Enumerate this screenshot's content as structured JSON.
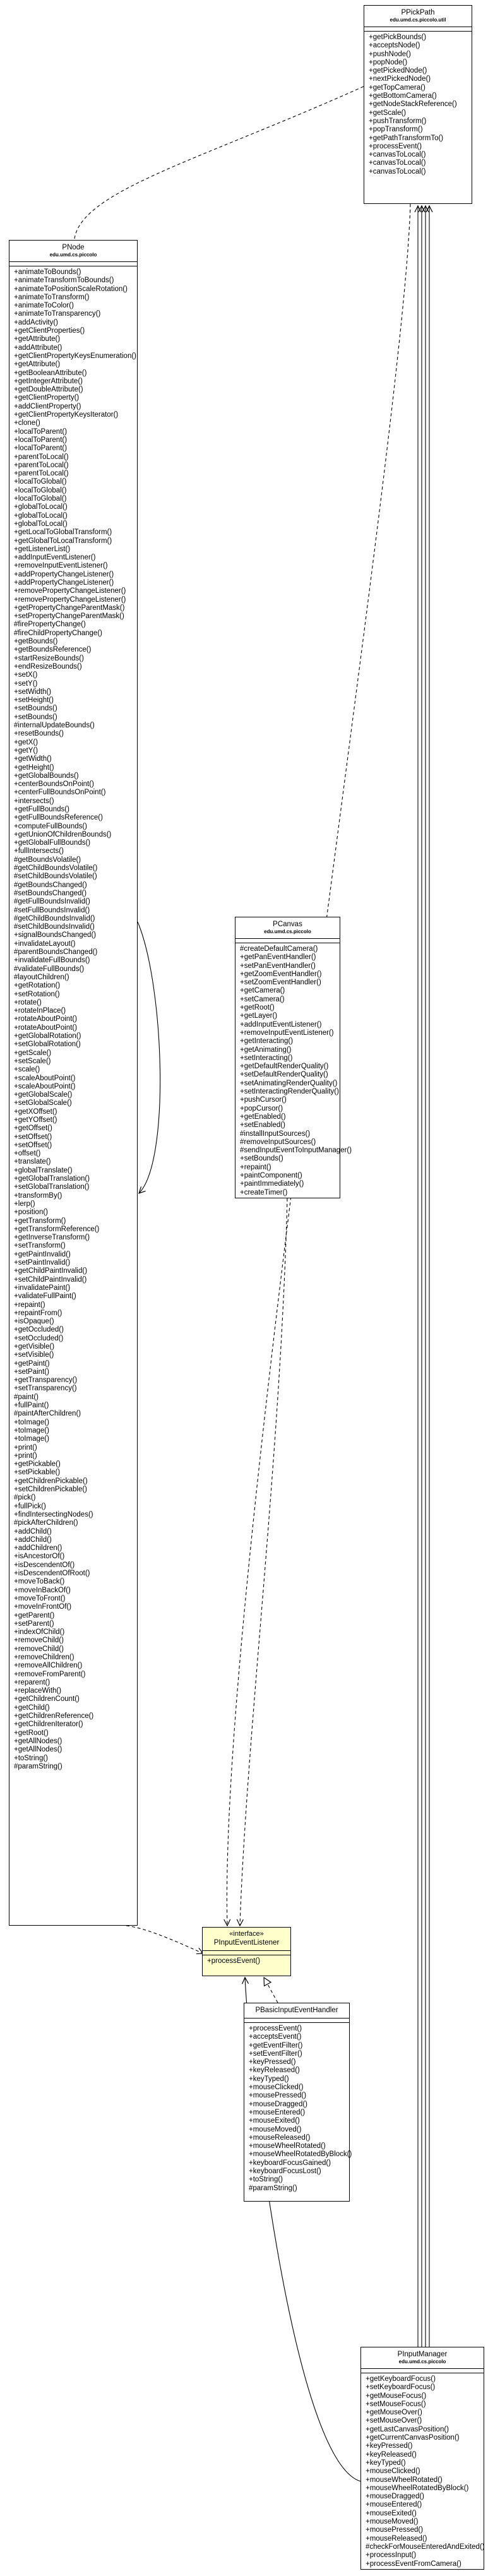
{
  "classes": {
    "ppickpath": {
      "name": "PPickPath",
      "package": "edu.umd.cs.piccolo.util",
      "operations": [
        "+getPickBounds()",
        "+acceptsNode()",
        "+pushNode()",
        "+popNode()",
        "+getPickedNode()",
        "+nextPickedNode()",
        "+getTopCamera()",
        "+getBottomCamera()",
        "+getNodeStackReference()",
        "+getScale()",
        "+pushTransform()",
        "+popTransform()",
        "+getPathTransformTo()",
        "+processEvent()",
        "+canvasToLocal()",
        "+canvasToLocal()",
        "+canvasToLocal()"
      ]
    },
    "pnode": {
      "name": "PNode",
      "package": "edu.umd.cs.piccolo",
      "operations": [
        "+animateToBounds()",
        "+animateTransformToBounds()",
        "+animateToPositionScaleRotation()",
        "+animateToTransform()",
        "+animateToColor()",
        "+animateToTransparency()",
        "+addActivity()",
        "+getClientProperties()",
        "+getAttribute()",
        "+addAttribute()",
        "+getClientPropertyKeysEnumeration()",
        "+getAttribute()",
        "+getBooleanAttribute()",
        "+getIntegerAttribute()",
        "+getDoubleAttribute()",
        "+getClientProperty()",
        "+addClientProperty()",
        "+getClientPropertyKeysIterator()",
        "+clone()",
        "+localToParent()",
        "+localToParent()",
        "+localToParent()",
        "+parentToLocal()",
        "+parentToLocal()",
        "+parentToLocal()",
        "+localToGlobal()",
        "+localToGlobal()",
        "+localToGlobal()",
        "+globalToLocal()",
        "+globalToLocal()",
        "+globalToLocal()",
        "+getLocalToGlobalTransform()",
        "+getGlobalToLocalTransform()",
        "+getListenerList()",
        "+addInputEventListener()",
        "+removeInputEventListener()",
        "+addPropertyChangeListener()",
        "+addPropertyChangeListener()",
        "+removePropertyChangeListener()",
        "+removePropertyChangeListener()",
        "+getPropertyChangeParentMask()",
        "+setPropertyChangeParentMask()",
        "#firePropertyChange()",
        "#fireChildPropertyChange()",
        "+getBounds()",
        "+getBoundsReference()",
        "+startResizeBounds()",
        "+endResizeBounds()",
        "+setX()",
        "+setY()",
        "+setWidth()",
        "+setHeight()",
        "+setBounds()",
        "+setBounds()",
        "#internalUpdateBounds()",
        "+resetBounds()",
        "+getX()",
        "+getY()",
        "+getWidth()",
        "+getHeight()",
        "+getGlobalBounds()",
        "+centerBoundsOnPoint()",
        "+centerFullBoundsOnPoint()",
        "+intersects()",
        "+getFullBounds()",
        "+getFullBoundsReference()",
        "+computeFullBounds()",
        "+getUnionOfChildrenBounds()",
        "+getGlobalFullBounds()",
        "+fullIntersects()",
        "#getBoundsVolatile()",
        "#getChildBoundsVolatile()",
        "#setChildBoundsVolatile()",
        "#getBoundsChanged()",
        "#setBoundsChanged()",
        "#getFullBoundsInvalid()",
        "#setFullBoundsInvalid()",
        "#getChildBoundsInvalid()",
        "#setChildBoundsInvalid()",
        "+signalBoundsChanged()",
        "+invalidateLayout()",
        "#parentBoundsChanged()",
        "+invalidateFullBounds()",
        "#validateFullBounds()",
        "#layoutChildren()",
        "+getRotation()",
        "+setRotation()",
        "+rotate()",
        "+rotateInPlace()",
        "+rotateAboutPoint()",
        "+rotateAboutPoint()",
        "+getGlobalRotation()",
        "+setGlobalRotation()",
        "+getScale()",
        "+setScale()",
        "+scale()",
        "+scaleAboutPoint()",
        "+scaleAboutPoint()",
        "+getGlobalScale()",
        "+setGlobalScale()",
        "+getXOffset()",
        "+getYOffset()",
        "+getOffset()",
        "+setOffset()",
        "+setOffset()",
        "+offset()",
        "+translate()",
        "+globalTranslate()",
        "+getGlobalTranslation()",
        "+setGlobalTranslation()",
        "+transformBy()",
        "+lerp()",
        "+position()",
        "+getTransform()",
        "+getTransformReference()",
        "+getInverseTransform()",
        "+setTransform()",
        "+getPaintInvalid()",
        "+setPaintInvalid()",
        "+getChildPaintInvalid()",
        "+setChildPaintInvalid()",
        "+invalidatePaint()",
        "+validateFullPaint()",
        "+repaint()",
        "+repaintFrom()",
        "+isOpaque()",
        "+getOccluded()",
        "+setOccluded()",
        "+getVisible()",
        "+setVisible()",
        "+getPaint()",
        "+setPaint()",
        "+getTransparency()",
        "+setTransparency()",
        "#paint()",
        "+fullPaint()",
        "#paintAfterChildren()",
        "+toImage()",
        "+toImage()",
        "+toImage()",
        "+print()",
        "+print()",
        "+getPickable()",
        "+setPickable()",
        "+getChildrenPickable()",
        "+setChildrenPickable()",
        "#pick()",
        "+fullPick()",
        "+findIntersectingNodes()",
        "#pickAfterChildren()",
        "+addChild()",
        "+addChild()",
        "+addChildren()",
        "+isAncestorOf()",
        "+isDescendentOf()",
        "+isDescendentOfRoot()",
        "+moveToBack()",
        "+moveInBackOf()",
        "+moveToFront()",
        "+moveInFrontOf()",
        "+getParent()",
        "+setParent()",
        "+indexOfChild()",
        "+removeChild()",
        "+removeChild()",
        "+removeChildren()",
        "+removeAllChildren()",
        "+removeFromParent()",
        "+reparent()",
        "+replaceWith()",
        "+getChildrenCount()",
        "+getChild()",
        "+getChildrenReference()",
        "+getChildrenIterator()",
        "+getRoot()",
        "+getAllNodes()",
        "+getAllNodes()",
        "+toString()",
        "#paramString()"
      ]
    },
    "pcanvas": {
      "name": "PCanvas",
      "package": "edu.umd.cs.piccolo",
      "operations": [
        "#createDefaultCamera()",
        "+getPanEventHandler()",
        "+setPanEventHandler()",
        "+getZoomEventHandler()",
        "+setZoomEventHandler()",
        "+getCamera()",
        "+setCamera()",
        "+getRoot()",
        "+getLayer()",
        "+addInputEventListener()",
        "+removeInputEventListener()",
        "+getInteracting()",
        "+getAnimating()",
        "+setInteracting()",
        "+getDefaultRenderQuality()",
        "+setDefaultRenderQuality()",
        "+setAnimatingRenderQuality()",
        "+setInteractingRenderQuality()",
        "+pushCursor()",
        "+popCursor()",
        "+getEnabled()",
        "+setEnabled()",
        "#installInputSources()",
        "#removeInputSources()",
        "#sendInputEventToInputManager()",
        "+setBounds()",
        "+repaint()",
        "+paintComponent()",
        "+paintImmediately()",
        "+createTimer()"
      ]
    },
    "pinputeventlistener": {
      "stereotype": "«interface»",
      "name": "PInputEventListener",
      "operations": [
        "+processEvent()"
      ]
    },
    "pbasicinputeventhandler": {
      "name": "PBasicInputEventHandler",
      "operations": [
        "+processEvent()",
        "+acceptsEvent()",
        "+getEventFilter()",
        "+setEventFilter()",
        "+keyPressed()",
        "+keyReleased()",
        "+keyTyped()",
        "+mouseClicked()",
        "+mousePressed()",
        "+mouseDragged()",
        "+mouseEntered()",
        "+mouseExited()",
        "+mouseMoved()",
        "+mouseReleased()",
        "+mouseWheelRotated()",
        "+mouseWheelRotatedByBlock()",
        "+keyboardFocusGained()",
        "+keyboardFocusLost()",
        "+toString()",
        "#paramString()"
      ]
    },
    "pinputmanager": {
      "name": "PInputManager",
      "package": "edu.umd.cs.piccolo",
      "operations": [
        "+getKeyboardFocus()",
        "+setKeyboardFocus()",
        "+getMouseFocus()",
        "+setMouseFocus()",
        "+getMouseOver()",
        "+setMouseOver()",
        "+getLastCanvasPosition()",
        "+getCurrentCanvasPosition()",
        "+keyPressed()",
        "+keyReleased()",
        "+keyTyped()",
        "+mouseClicked()",
        "+mouseWheelRotated()",
        "+mouseWheelRotatedByBlock()",
        "+mouseDragged()",
        "+mouseEntered()",
        "+mouseExited()",
        "+mouseMoved()",
        "+mousePressed()",
        "+mouseReleased()",
        "#checkForMouseEnteredAndExited()",
        "+processInput()",
        "+processEventFromCamera()"
      ]
    }
  },
  "relations": [
    {
      "from": "pnode",
      "to": "ppickpath",
      "kind": "dependency"
    },
    {
      "from": "pnode",
      "to": "pinputeventlistener",
      "kind": "dependency"
    },
    {
      "from": "pnode",
      "to": "pnode",
      "kind": "association"
    },
    {
      "from": "ppickpath",
      "to": "pinputeventlistener",
      "kind": "dependency"
    },
    {
      "from": "pcanvas",
      "to": "pinputeventlistener",
      "kind": "dependency"
    },
    {
      "from": "pbasicinputeventhandler",
      "to": "pinputeventlistener",
      "kind": "realization"
    },
    {
      "from": "pinputmanager",
      "to": "pinputeventlistener",
      "kind": "association"
    },
    {
      "from": "pinputmanager",
      "to": "ppickpath",
      "kind": "association"
    }
  ]
}
